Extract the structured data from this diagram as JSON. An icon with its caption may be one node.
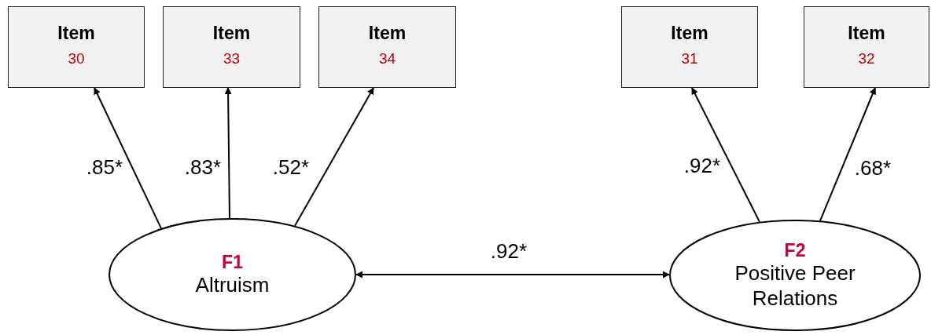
{
  "diagram": {
    "nodes": [
      {
        "text": [
          "Item",
          "30"
        ]
      },
      {
        "text": [
          "Item",
          "33"
        ]
      },
      {
        "text": [
          "Item",
          "34"
        ]
      },
      {
        "text": [
          "Item",
          "31"
        ]
      },
      {
        "text": [
          "Item",
          "32"
        ]
      },
      {
        "text": [
          "F1",
          "Altruism"
        ]
      },
      {
        "text": [
          "F2",
          "Positive Peer Relations"
        ]
      }
    ],
    "edges": [
      {
        "from": 5,
        "to": 0,
        "arrow": "to",
        "label": ".85*"
      },
      {
        "from": 5,
        "to": 1,
        "arrow": "to",
        "label": ".83*"
      },
      {
        "from": 5,
        "to": 2,
        "arrow": "to",
        "label": ".52*"
      },
      {
        "from": 6,
        "to": 3,
        "arrow": "to",
        "label": ".92*"
      },
      {
        "from": 6,
        "to": 4,
        "arrow": "to",
        "label": ".68*"
      },
      {
        "from": 5,
        "to": 6,
        "arrow": "both",
        "label": ".92*"
      }
    ]
  }
}
